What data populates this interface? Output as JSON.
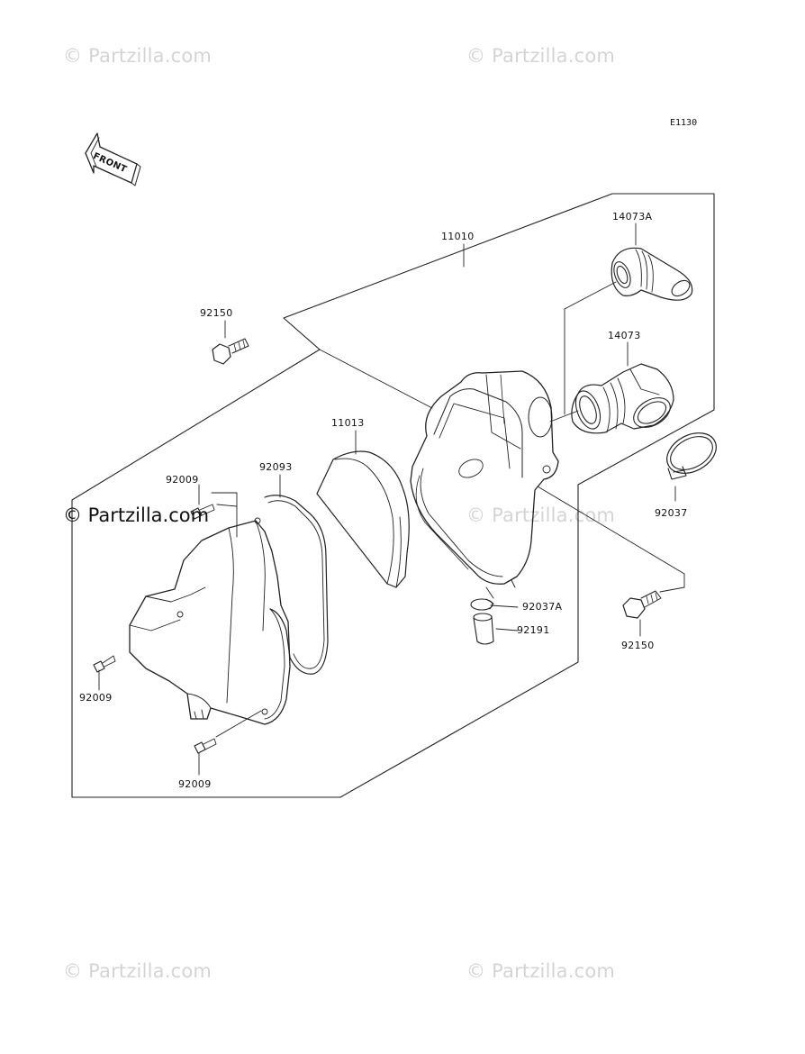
{
  "watermarks": {
    "top_left": "© Partzilla.com",
    "top_right": "© Partzilla.com",
    "middle_left": "© Partzilla.com",
    "middle_right": "© Partzilla.com",
    "bottom_left": "© Partzilla.com",
    "bottom_right": "© Partzilla.com"
  },
  "diagram": {
    "code": "E1130",
    "front_label": "FRONT",
    "parts": {
      "p11010": "11010",
      "p14073A": "14073A",
      "p14073": "14073",
      "p92150_top": "92150",
      "p11013": "11013",
      "p92093": "92093",
      "p92009_top": "92009",
      "p92037": "92037",
      "p92037A": "92037A",
      "p92191": "92191",
      "p92150_bottom": "92150",
      "p92009_left": "92009",
      "p92009_bottom": "92009"
    }
  }
}
